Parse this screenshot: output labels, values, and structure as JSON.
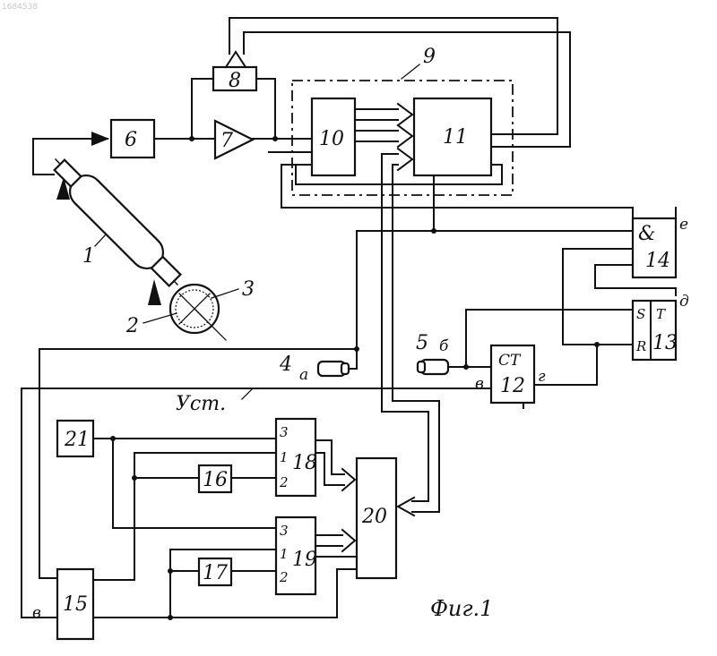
{
  "doc_id": "1684538",
  "caption": "Фиг.1",
  "usts_label": "Уст.",
  "blocks": {
    "b6": "6",
    "b7": "7",
    "b8": "8",
    "b9": "9",
    "b10": "10",
    "b11": "11",
    "b12_top": "СТ",
    "b12": "12",
    "b13_s": "S",
    "b13_r": "R",
    "b13_t": "T",
    "b13": "13",
    "b14_and": "&",
    "b14": "14",
    "b15": "15",
    "b16": "16",
    "b17": "17",
    "b18": "18",
    "b19": "19",
    "b20": "20",
    "b21": "21"
  },
  "pins": {
    "p18_3": "3",
    "p18_1": "1",
    "p18_2": "2",
    "p19_3": "3",
    "p19_1": "1",
    "p19_2": "2"
  },
  "part_numbers": {
    "n1": "1",
    "n2": "2",
    "n3": "3",
    "n4": "4",
    "n5": "5"
  },
  "signal_letters": {
    "a": "а",
    "b": "б",
    "v_left": "в",
    "v_mid": "в",
    "g": "г",
    "d": "д",
    "e": "е"
  }
}
